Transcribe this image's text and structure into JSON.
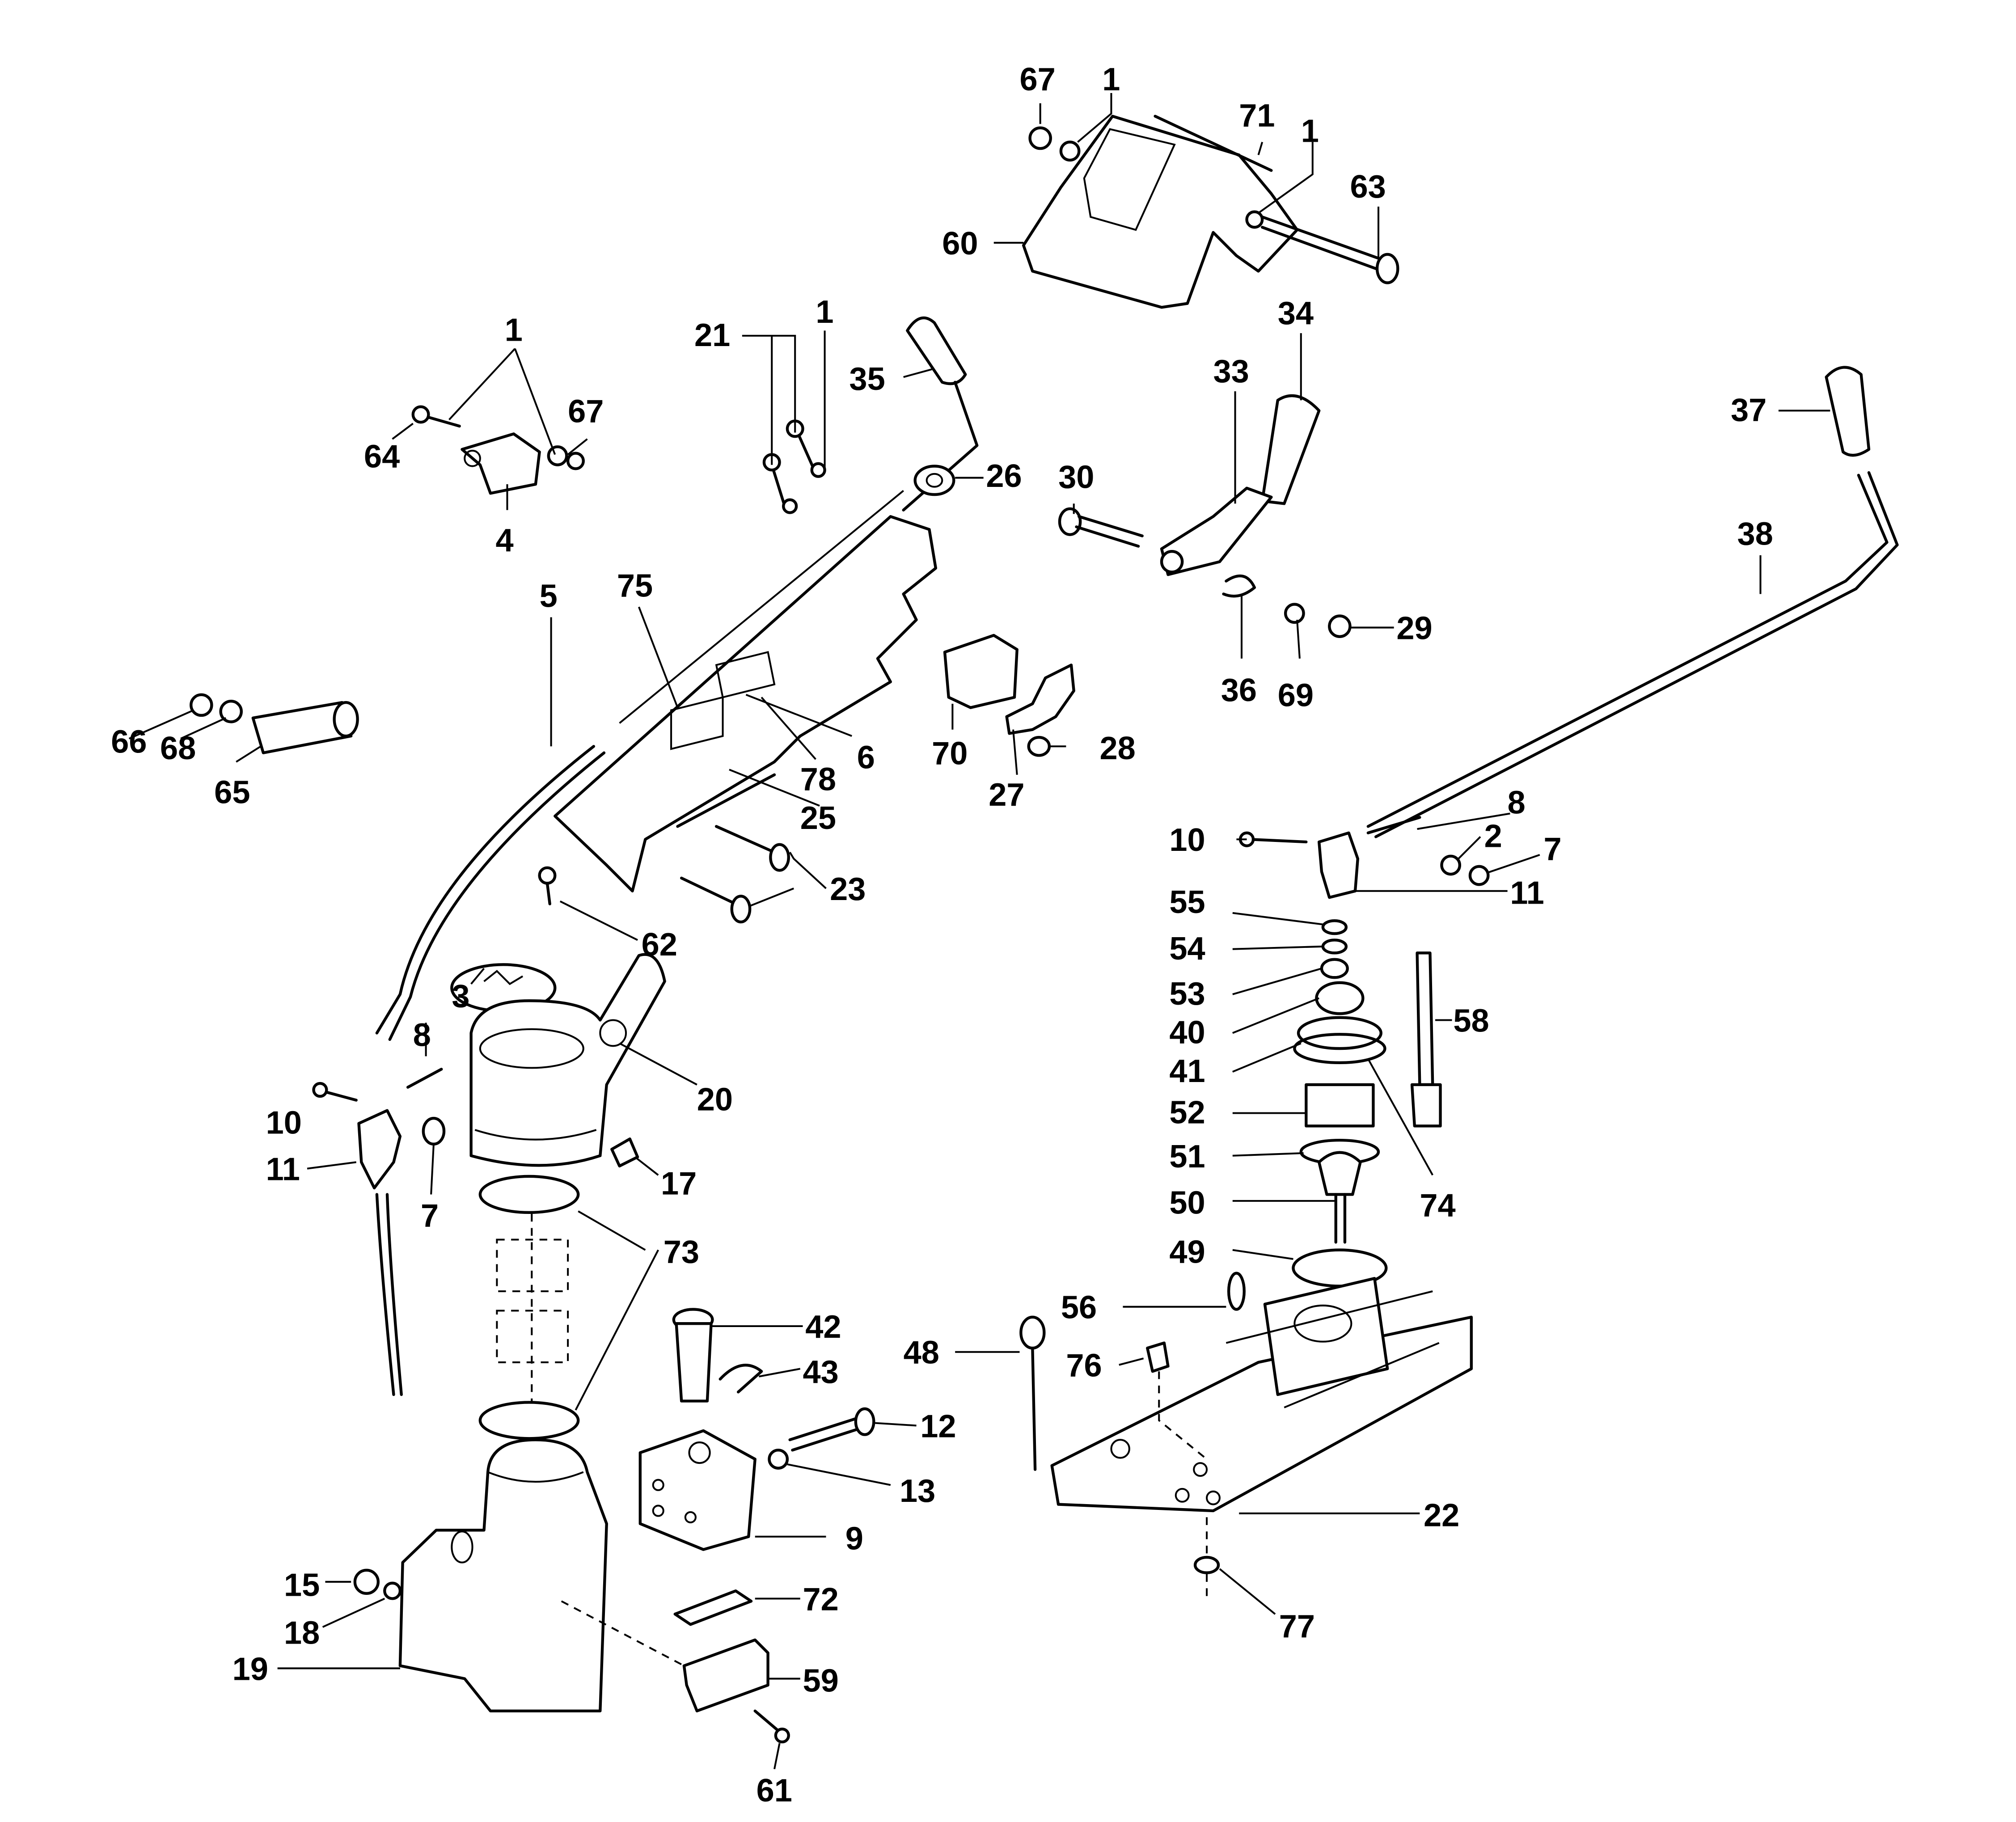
{
  "diagram": {
    "type": "exploded-parts-view",
    "callouts": [
      {
        "id": "c67a",
        "label": "67"
      },
      {
        "id": "c1a",
        "label": "1"
      },
      {
        "id": "c71",
        "label": "71"
      },
      {
        "id": "c1b",
        "label": "1"
      },
      {
        "id": "c63",
        "label": "63"
      },
      {
        "id": "c60",
        "label": "60"
      },
      {
        "id": "c34",
        "label": "34"
      },
      {
        "id": "c33",
        "label": "33"
      },
      {
        "id": "c21",
        "label": "21"
      },
      {
        "id": "c1c",
        "label": "1"
      },
      {
        "id": "c35",
        "label": "35"
      },
      {
        "id": "c26",
        "label": "26"
      },
      {
        "id": "c1d",
        "label": "1"
      },
      {
        "id": "c67b",
        "label": "67"
      },
      {
        "id": "c64",
        "label": "64"
      },
      {
        "id": "c4",
        "label": "4"
      },
      {
        "id": "c37",
        "label": "37"
      },
      {
        "id": "c30",
        "label": "30"
      },
      {
        "id": "c38",
        "label": "38"
      },
      {
        "id": "c5",
        "label": "5"
      },
      {
        "id": "c75",
        "label": "75"
      },
      {
        "id": "c29",
        "label": "29"
      },
      {
        "id": "c36",
        "label": "36"
      },
      {
        "id": "c69",
        "label": "69"
      },
      {
        "id": "c66",
        "label": "66"
      },
      {
        "id": "c68",
        "label": "68"
      },
      {
        "id": "c65",
        "label": "65"
      },
      {
        "id": "c6",
        "label": "6"
      },
      {
        "id": "c78",
        "label": "78"
      },
      {
        "id": "c70",
        "label": "70"
      },
      {
        "id": "c28",
        "label": "28"
      },
      {
        "id": "c27",
        "label": "27"
      },
      {
        "id": "c25",
        "label": "25"
      },
      {
        "id": "c8a",
        "label": "8"
      },
      {
        "id": "c10a",
        "label": "10"
      },
      {
        "id": "c2",
        "label": "2"
      },
      {
        "id": "c7a",
        "label": "7"
      },
      {
        "id": "c11a",
        "label": "11"
      },
      {
        "id": "c23",
        "label": "23"
      },
      {
        "id": "c55",
        "label": "55"
      },
      {
        "id": "c62",
        "label": "62"
      },
      {
        "id": "c54",
        "label": "54"
      },
      {
        "id": "c53",
        "label": "53"
      },
      {
        "id": "c3",
        "label": "3"
      },
      {
        "id": "c40",
        "label": "40"
      },
      {
        "id": "c58",
        "label": "58"
      },
      {
        "id": "c41",
        "label": "41"
      },
      {
        "id": "c8b",
        "label": "8"
      },
      {
        "id": "c20",
        "label": "20"
      },
      {
        "id": "c52",
        "label": "52"
      },
      {
        "id": "c10b",
        "label": "10"
      },
      {
        "id": "c74",
        "label": "74"
      },
      {
        "id": "c51",
        "label": "51"
      },
      {
        "id": "c11b",
        "label": "11"
      },
      {
        "id": "c17",
        "label": "17"
      },
      {
        "id": "c7b",
        "label": "7"
      },
      {
        "id": "c50",
        "label": "50"
      },
      {
        "id": "c73",
        "label": "73"
      },
      {
        "id": "c49",
        "label": "49"
      },
      {
        "id": "c56",
        "label": "56"
      },
      {
        "id": "c42",
        "label": "42"
      },
      {
        "id": "c48",
        "label": "48"
      },
      {
        "id": "c76",
        "label": "76"
      },
      {
        "id": "c43",
        "label": "43"
      },
      {
        "id": "c12",
        "label": "12"
      },
      {
        "id": "c13",
        "label": "13"
      },
      {
        "id": "c22",
        "label": "22"
      },
      {
        "id": "c9",
        "label": "9"
      },
      {
        "id": "c15",
        "label": "15"
      },
      {
        "id": "c72",
        "label": "72"
      },
      {
        "id": "c77",
        "label": "77"
      },
      {
        "id": "c18",
        "label": "18"
      },
      {
        "id": "c19",
        "label": "19"
      },
      {
        "id": "c59",
        "label": "59"
      },
      {
        "id": "c61",
        "label": "61"
      }
    ]
  }
}
